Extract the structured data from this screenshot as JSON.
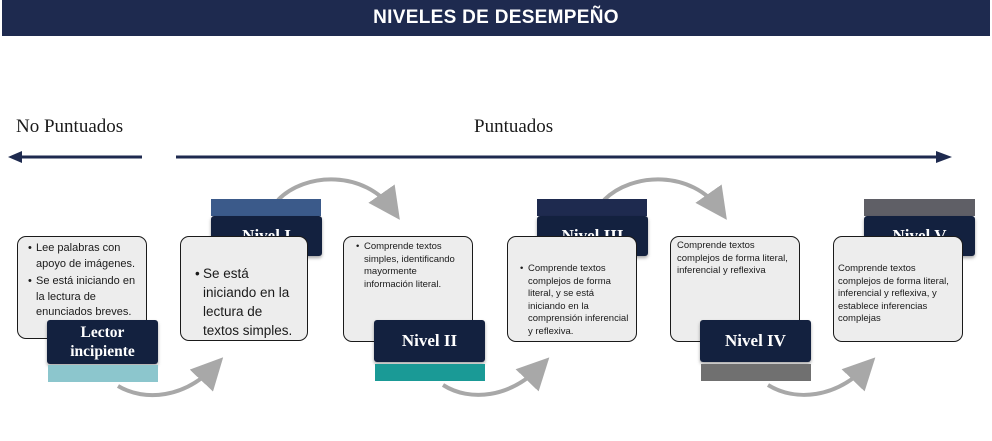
{
  "header": {
    "title": "NIVELES DE DESEMPEÑO"
  },
  "sections": {
    "unscored": "No Puntuados",
    "scored": "Puntuados"
  },
  "levels": [
    {
      "name": "Lector incipiente",
      "accent": "#8cc6cd",
      "bullets": [
        "Lee palabras con apoyo de imágenes.",
        "Se está iniciando en la lectura de enunciados breves."
      ]
    },
    {
      "name": "Nivel I",
      "accent": "#3b5a8a",
      "bullets": [
        "Se está iniciando en la lectura de textos simples."
      ]
    },
    {
      "name": "Nivel II",
      "accent": "#1a9a96",
      "bullets": [
        "Comprende textos simples, identificando mayormente información literal."
      ]
    },
    {
      "name": "Nivel III",
      "accent": "#1e2a4f",
      "bullets": [
        "Comprende textos complejos de forma literal, y se está iniciando en la comprensión inferencial y reflexiva."
      ]
    },
    {
      "name": "Nivel IV",
      "accent": "#707070",
      "bullets": [
        "Comprende textos complejos de forma literal, inferencial y reflexiva"
      ]
    },
    {
      "name": "Nivel V",
      "accent": "#5f5f66",
      "bullets": [
        "Comprende textos complejos de forma literal, inferencial y reflexiva, y establece inferencias complejas"
      ]
    }
  ]
}
